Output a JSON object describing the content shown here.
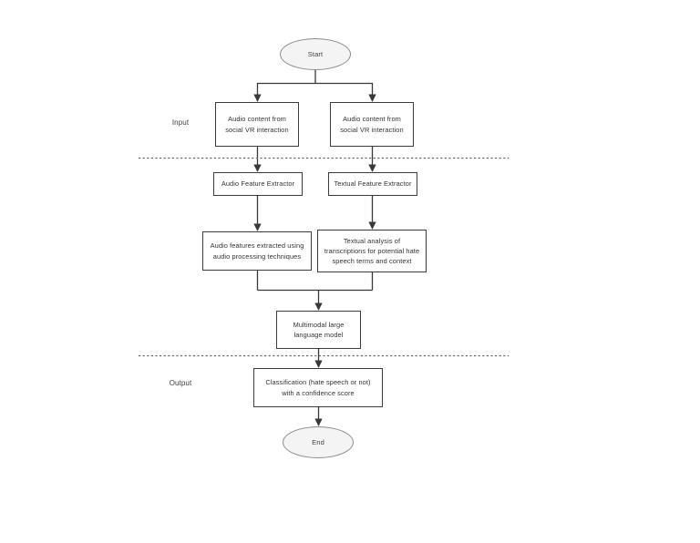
{
  "diagram": {
    "type": "flowchart",
    "section_labels": {
      "input": "Input",
      "output": "Output"
    },
    "nodes": {
      "start": {
        "shape": "ellipse",
        "label": "Start"
      },
      "audio_content_left": {
        "shape": "rect",
        "label": [
          "Audio content from",
          "social VR interaction"
        ]
      },
      "audio_content_right": {
        "shape": "rect",
        "label": [
          "Audio content from",
          "social VR interaction"
        ]
      },
      "audio_feature_extractor": {
        "shape": "rect",
        "label": "Audio Feature Extractor"
      },
      "textual_feature_extractor": {
        "shape": "rect",
        "label": "Textual Feature Extractor"
      },
      "audio_features": {
        "shape": "rect",
        "label": [
          "Audio features extracted using",
          "audio processing techniques"
        ]
      },
      "textual_analysis": {
        "shape": "rect",
        "label": [
          "Textual analysis of",
          "transcriptions for potential hate",
          "speech terms and context"
        ]
      },
      "multimodal_llm": {
        "shape": "rect",
        "label": [
          "Multimodal large",
          "language model"
        ]
      },
      "classification": {
        "shape": "rect",
        "label": [
          "Classification (hate speech or not)",
          "with a confidence score"
        ]
      },
      "end": {
        "shape": "ellipse",
        "label": "End"
      }
    },
    "edges": [
      {
        "from": "start",
        "to": "audio_content_left"
      },
      {
        "from": "start",
        "to": "audio_content_right"
      },
      {
        "from": "audio_content_left",
        "to": "audio_feature_extractor"
      },
      {
        "from": "audio_content_right",
        "to": "textual_feature_extractor"
      },
      {
        "from": "audio_feature_extractor",
        "to": "audio_features"
      },
      {
        "from": "textual_feature_extractor",
        "to": "textual_analysis"
      },
      {
        "from": "audio_features",
        "to": "multimodal_llm"
      },
      {
        "from": "textual_analysis",
        "to": "multimodal_llm"
      },
      {
        "from": "multimodal_llm",
        "to": "classification"
      },
      {
        "from": "classification",
        "to": "end"
      }
    ],
    "dividers": [
      {
        "name": "input-section-divider"
      },
      {
        "name": "output-section-divider"
      }
    ],
    "colors": {
      "node_fill": "#ffffff",
      "node_border": "#3b3b3b",
      "terminal_fill": "#f4f4f4",
      "terminal_border": "#8c8c8c",
      "connector": "#383838",
      "divider": "#666666",
      "text": "#333333",
      "background": "#ffffff"
    }
  }
}
